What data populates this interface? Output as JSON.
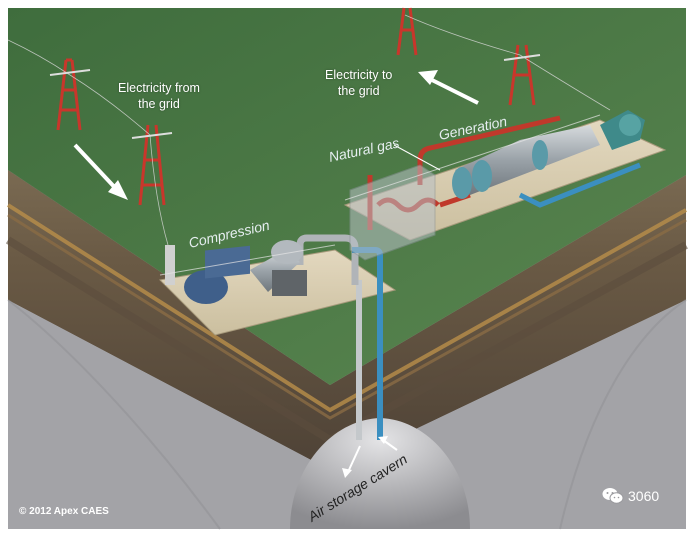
{
  "labels": {
    "electricity_from_grid_line1": "Electricity from",
    "electricity_from_grid_line2": "the grid",
    "electricity_to_grid_line1": "Electricity to",
    "electricity_to_grid_line2": "the grid",
    "compression": "Compression",
    "natural_gas": "Natural gas",
    "generation": "Generation",
    "air_storage_cavern": "Air storage cavern"
  },
  "footer": {
    "copyright": "© 2012 Apex CAES",
    "badge_number": "3060"
  },
  "icons": [
    "wechat-icon",
    "arrow-icon",
    "transmission-tower-icon"
  ],
  "colors": {
    "ground_green": "#4e7a45",
    "soil_brown": "#6b5a45",
    "sky_grey": "#a7a7ab",
    "pipe_red": "#c0392b",
    "pipe_blue": "#3b8fc0",
    "pipe_grey": "#b0b4b8",
    "tower_red": "#c9362b"
  }
}
